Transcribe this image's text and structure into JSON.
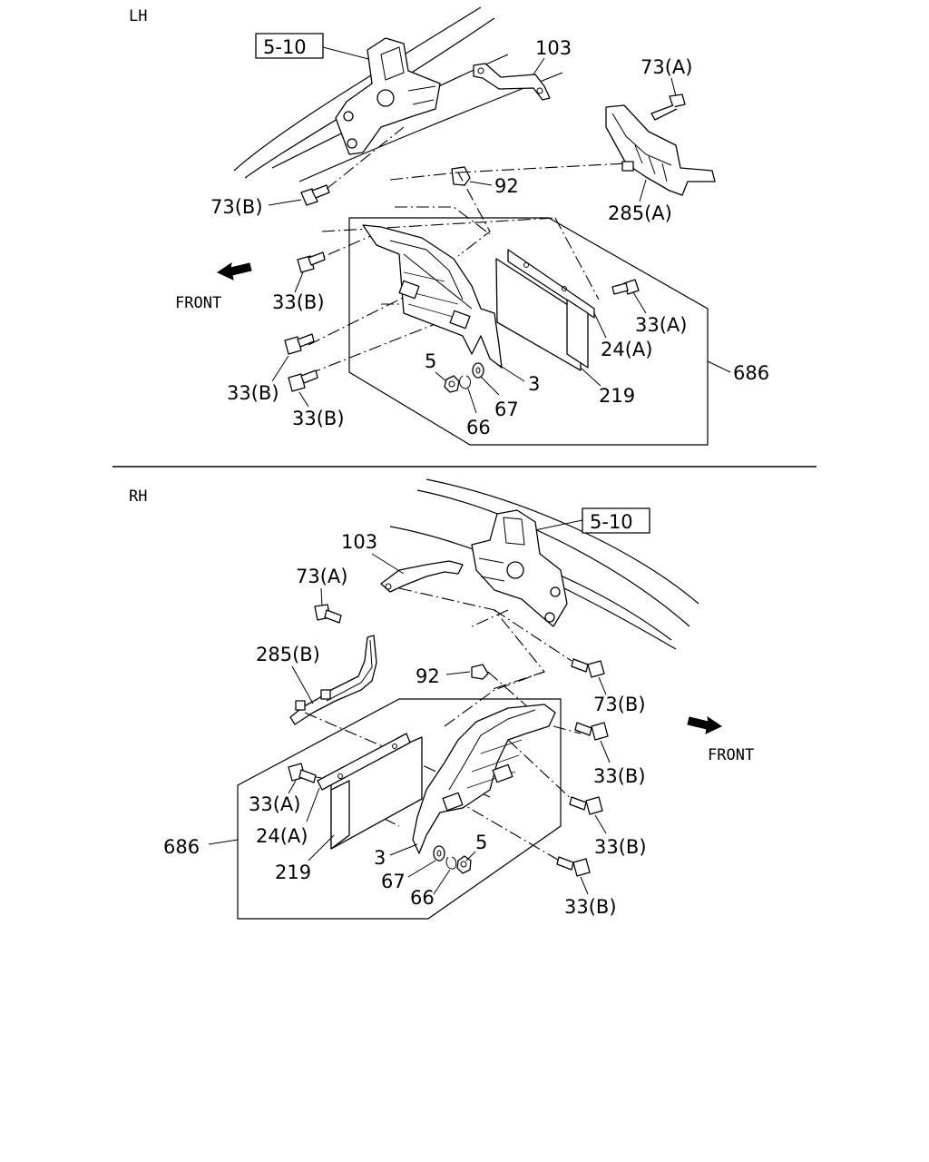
{
  "sections": {
    "lh": {
      "title": "LH",
      "front": "FRONT",
      "labels": {
        "ref": "5-10",
        "p103": "103",
        "p73a": "73(A)",
        "p73b": "73(B)",
        "p92": "92",
        "p285": "285(A)",
        "p33b1": "33(B)",
        "p33a": "33(A)",
        "p24a": "24(A)",
        "p686": "686",
        "p33b2": "33(B)",
        "p33b3": "33(B)",
        "p5": "5",
        "p3": "3",
        "p67": "67",
        "p219": "219",
        "p66": "66"
      }
    },
    "rh": {
      "title": "RH",
      "front": "FRONT",
      "labels": {
        "ref": "5-10",
        "p103": "103",
        "p73a": "73(A)",
        "p285": "285(B)",
        "p92": "92",
        "p73b": "73(B)",
        "p33b1": "33(B)",
        "p33a": "33(A)",
        "p24a": "24(A)",
        "p686": "686",
        "p219": "219",
        "p3": "3",
        "p5": "5",
        "p33b2": "33(B)",
        "p67": "67",
        "p66": "66",
        "p33b3": "33(B)"
      }
    }
  }
}
